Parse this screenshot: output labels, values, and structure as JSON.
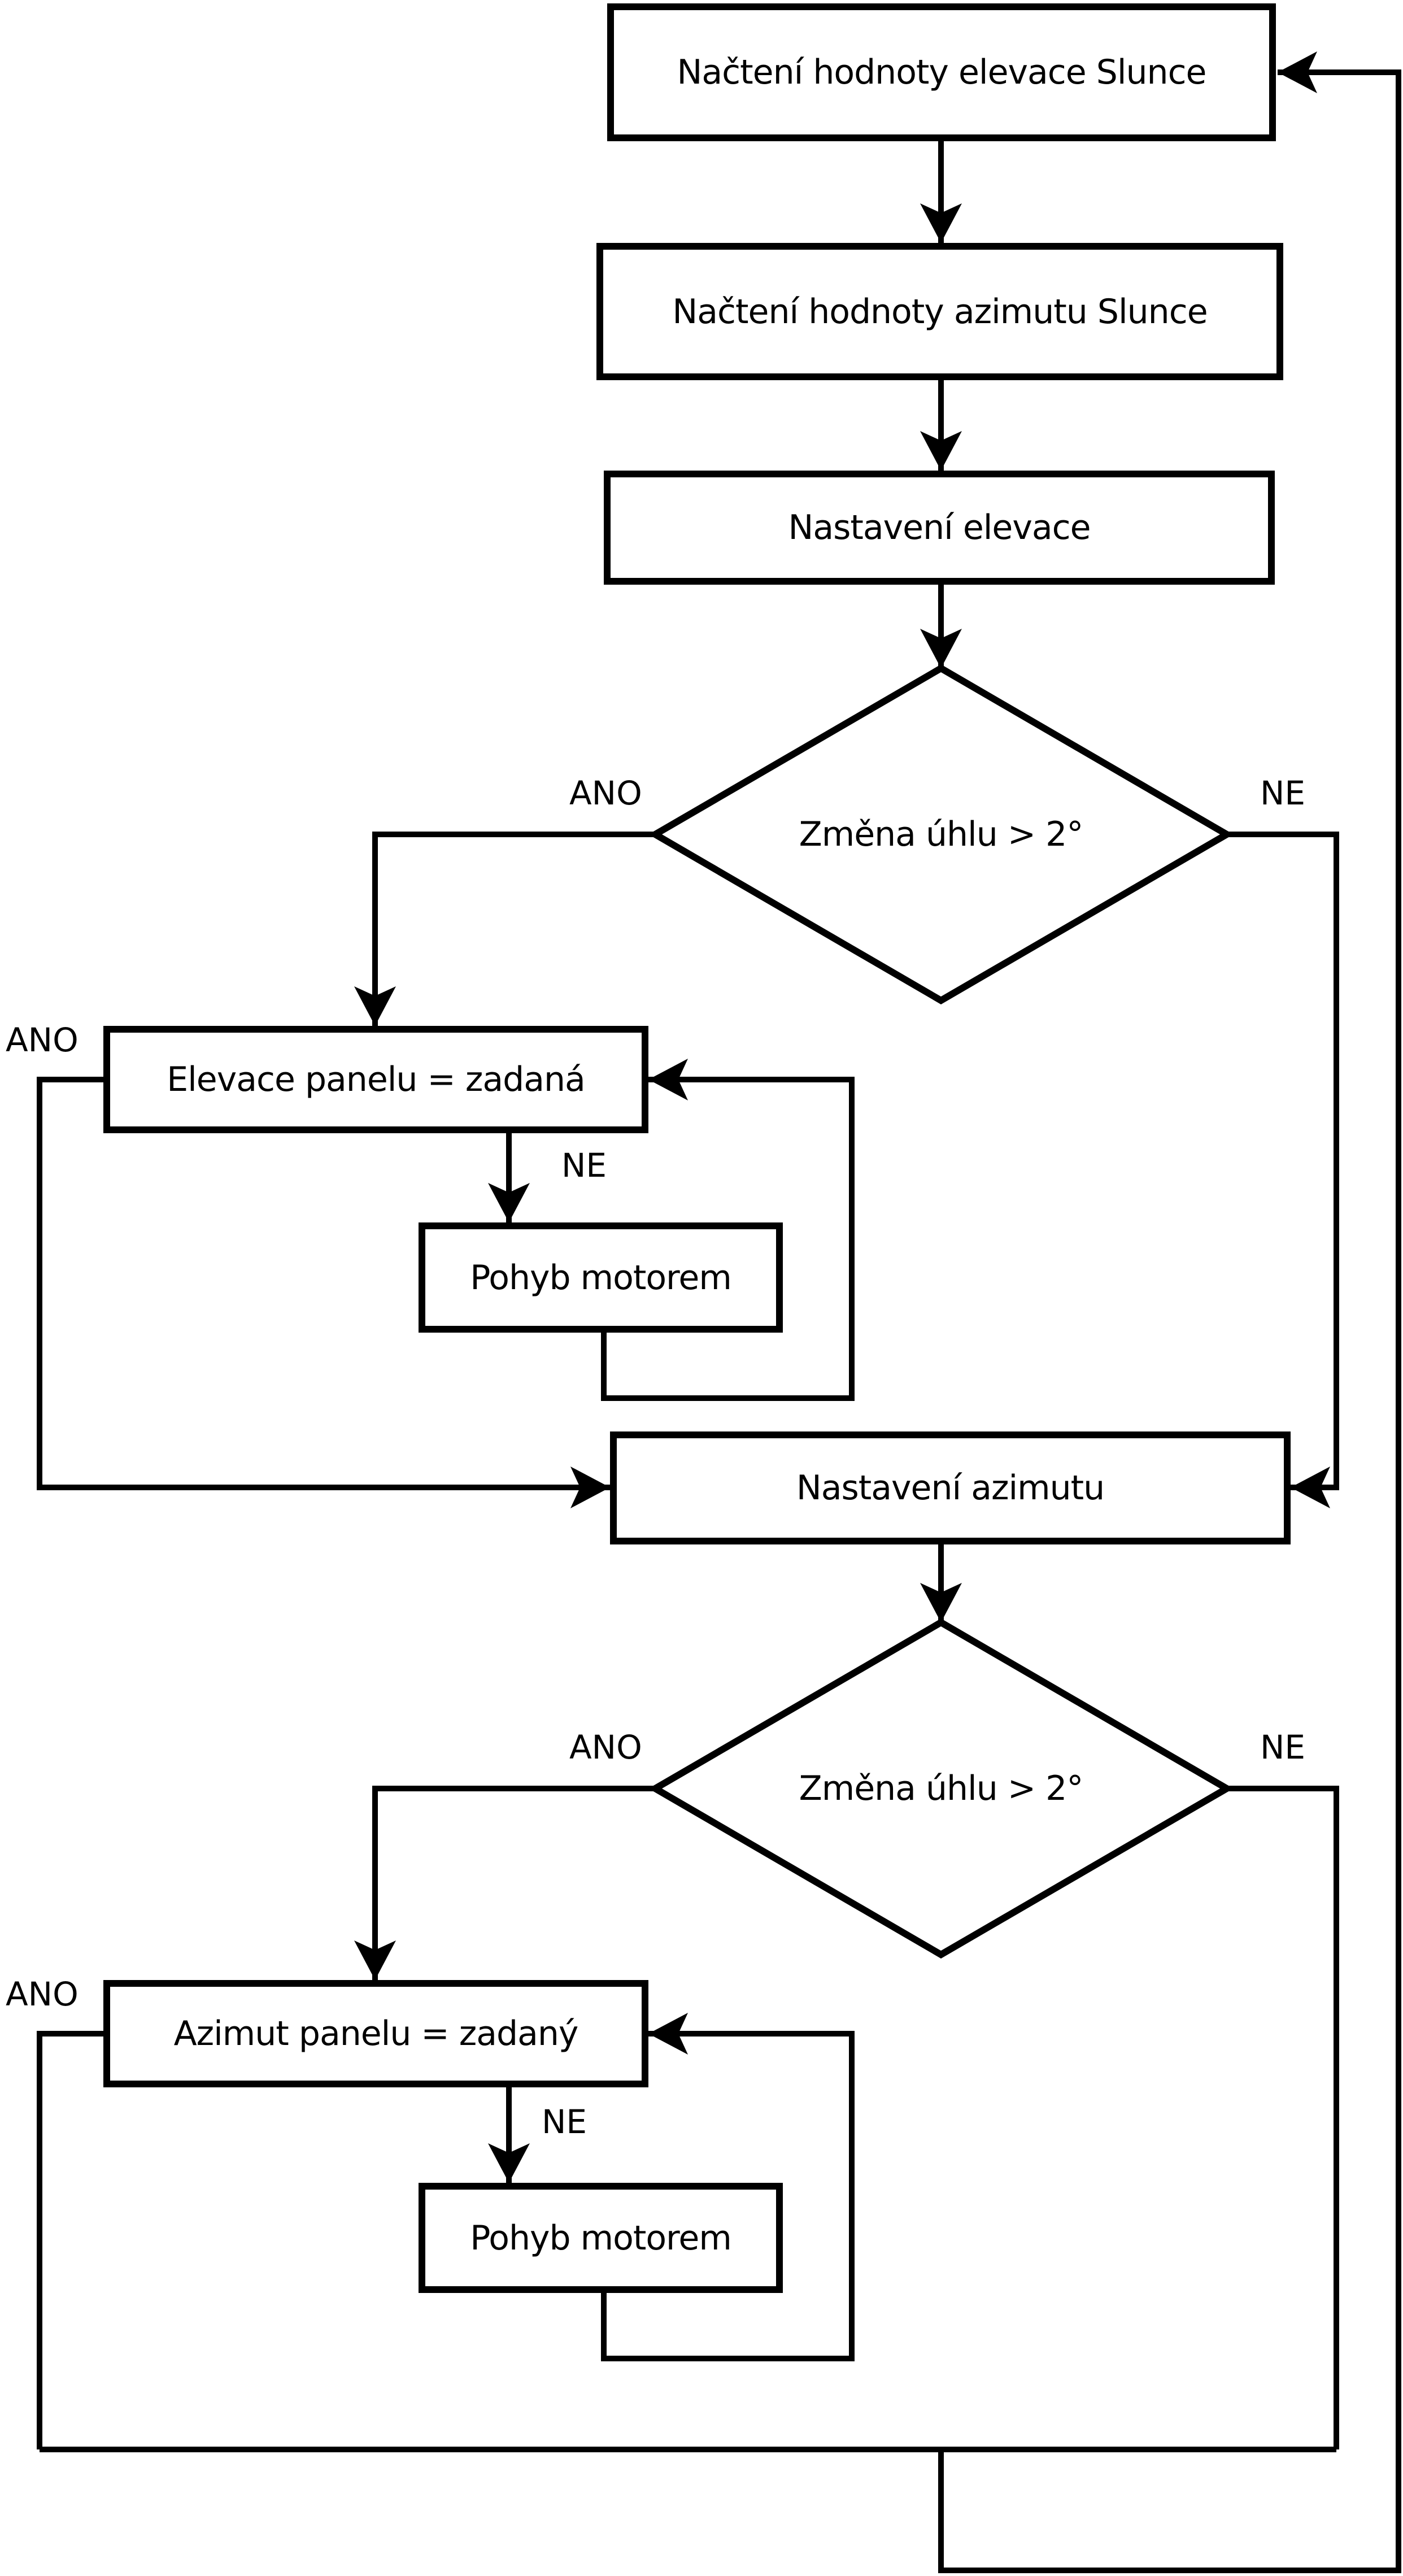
{
  "nodes": {
    "read_elevation": "Načtení hodnoty elevace Slunce",
    "read_azimuth": "Načtení hodnoty azimutu Slunce",
    "set_elevation": "Nastavení elevace",
    "elevation_change_decision": "Změna úhlu > 2°",
    "elevation_panel_equals": "Elevace panelu = zadaná",
    "motor_move_elevation": "Pohyb motorem",
    "set_azimuth": "Nastavení azimutu",
    "azimuth_change_decision": "Změna úhlu > 2°",
    "azimuth_panel_equals": "Azimut panelu = zadaný",
    "motor_move_azimuth": "Pohyb motorem"
  },
  "branch_labels": {
    "yes": "ANO",
    "no": "NE"
  },
  "colors": {
    "line": "#000000",
    "background": "#ffffff",
    "text": "#000000"
  }
}
